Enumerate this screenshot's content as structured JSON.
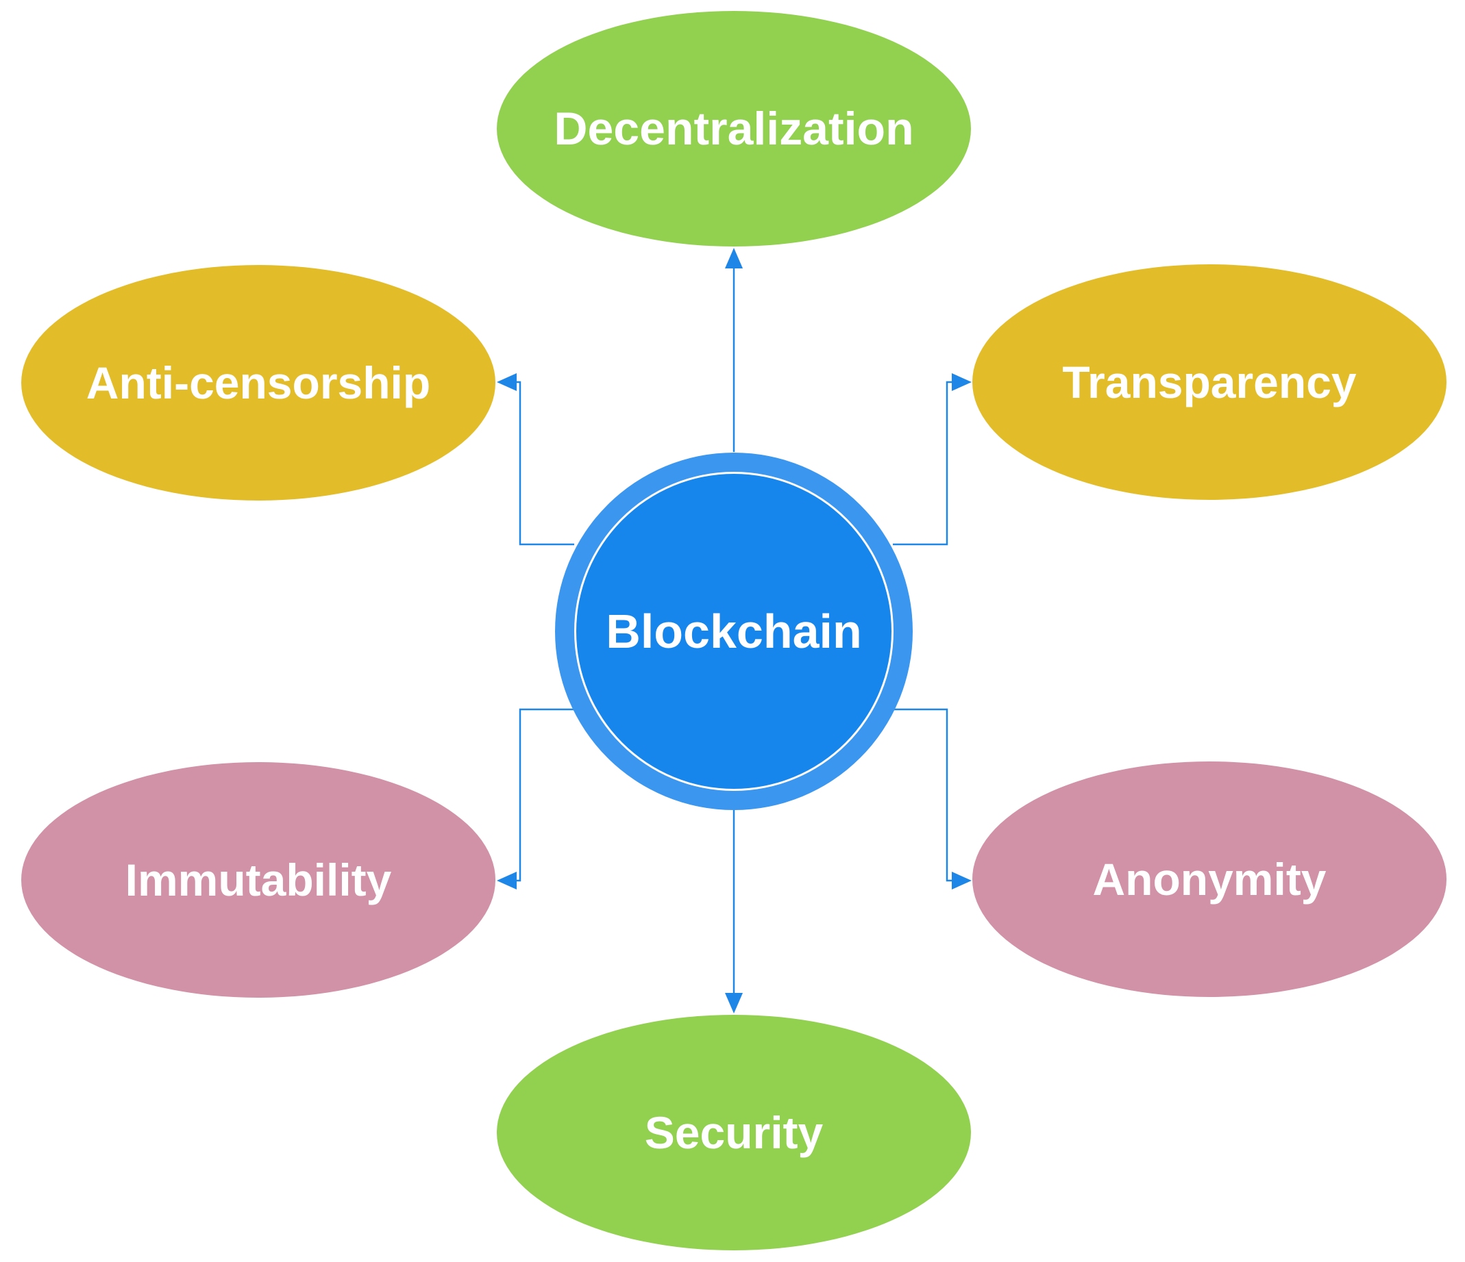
{
  "diagram": {
    "center": {
      "label": "Blockchain",
      "fill": "#1686ec",
      "ring": "#3a96ee"
    },
    "nodes": [
      {
        "id": "decentralization",
        "label": "Decentralization",
        "fill": "#92d050"
      },
      {
        "id": "anti-censorship",
        "label": "Anti-censorship",
        "fill": "#e2bd29"
      },
      {
        "id": "transparency",
        "label": "Transparency",
        "fill": "#e2bd29"
      },
      {
        "id": "immutability",
        "label": "Immutability",
        "fill": "#d191a6"
      },
      {
        "id": "anonymity",
        "label": "Anonymity",
        "fill": "#d191a6"
      },
      {
        "id": "security",
        "label": "Security",
        "fill": "#92d050"
      }
    ],
    "edges": [
      {
        "from": "center",
        "to": "decentralization"
      },
      {
        "from": "center",
        "to": "anti-censorship"
      },
      {
        "from": "center",
        "to": "transparency"
      },
      {
        "from": "center",
        "to": "immutability"
      },
      {
        "from": "center",
        "to": "anonymity"
      },
      {
        "from": "center",
        "to": "security"
      }
    ],
    "connector_color": "#1e86e6"
  }
}
